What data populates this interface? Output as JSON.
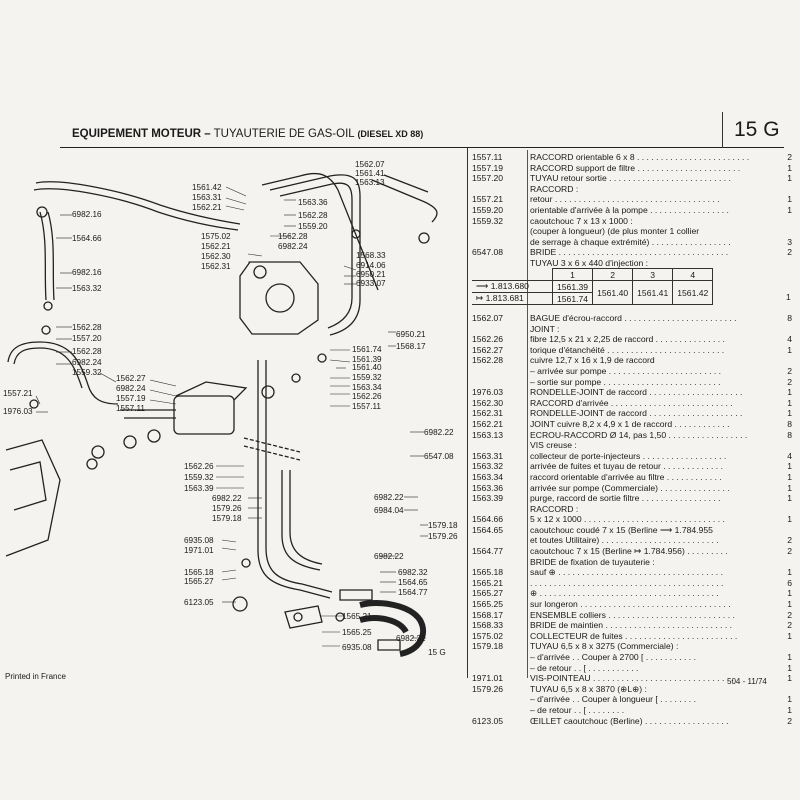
{
  "header": {
    "title_bold": "EQUIPEMENT MOTEUR –",
    "title_main": "TUYAUTERIE DE GAS-OIL",
    "title_sub": "(DIESEL XD 88)",
    "section": "15 G"
  },
  "diagram_labels": [
    "1562.07",
    "1561.41",
    "1563.13",
    "1561.42",
    "1563.31",
    "1562.21",
    "1563.36",
    "1562.28",
    "1559.20",
    "1575.02",
    "1562.21",
    "1562.28",
    "6982.24",
    "1562.30",
    "1562.31",
    "6982.16",
    "1564.66",
    "6982.16",
    "1563.32",
    "1568.33",
    "6914.06",
    "6950.21",
    "6933.07",
    "1562.28",
    "1557.20",
    "1562.28",
    "6982.24",
    "1559.32",
    "1562.27",
    "6982.24",
    "1557.19",
    "1557.11",
    "1557.21",
    "1976.03",
    "6950.21",
    "1568.17",
    "1561.74",
    "1561.39",
    "1561.40",
    "1559.32",
    "1563.34",
    "1562.26",
    "1557.11",
    "6982.22",
    "6547.08",
    "1562.26",
    "1559.32",
    "1563.39",
    "6982.22",
    "1579.26",
    "1579.18",
    "6982.22",
    "6984.04",
    "1579.18",
    "1579.26",
    "6935.08",
    "1971.01",
    "1565.18",
    "1565.27",
    "6123.05",
    "6982.22",
    "6982.32",
    "1564.65",
    "1564.77",
    "1565.21",
    "1565.25",
    "6935.08",
    "6982.32",
    "15 G"
  ],
  "parts": [
    {
      "ref": "1557.11",
      "desc": "RACCORD orientable 6 x 8 . . . . . . . . . . . . . . . . . . . . . . . .",
      "qty": "2"
    },
    {
      "ref": "1557.19",
      "desc": "RACCORD support de filtre . . . . . . . . . . . . . . . . . . . . . .",
      "qty": "1"
    },
    {
      "ref": "1557.20",
      "desc": "TUYAU retour sortie . . . . . . . . . . . . . . . . . . . . . . . . . .",
      "qty": "1"
    },
    {
      "ref": "",
      "desc": "RACCORD :",
      "qty": ""
    },
    {
      "ref": "1557.21",
      "desc": "retour . . . . . . . . . . . . . . . . . . . . . . . . . . . . . . . . . . .",
      "qty": "1"
    },
    {
      "ref": "1559.20",
      "desc": "orientable d'arrivée à la pompe . . . . . . . . . . . . . . . . .",
      "qty": "1"
    },
    {
      "ref": "1559.32",
      "desc": "caoutchouc 7 x 13 x 1000 :",
      "qty": ""
    },
    {
      "ref": "",
      "desc": "(couper à longueur) (de plus monter 1 collier",
      "qty": ""
    },
    {
      "ref": "",
      "desc": "de serrage à chaque extrémité) . . . . . . . . . . . . . . . . .",
      "qty": "3"
    },
    {
      "ref": "6547.08",
      "desc": "BRIDE . . . . . . . . . . . . . . . . . . . . . . . . . . . . . . . . . . . .",
      "qty": "2"
    },
    {
      "ref": "",
      "desc": "TUYAU 3 x 6 x 440 d'injection :",
      "qty": ""
    }
  ],
  "tuyau_table": {
    "cols": [
      "1",
      "2",
      "3",
      "4"
    ],
    "rows": [
      {
        "label": "1.813.680",
        "c1": "1561.39"
      },
      {
        "label": "1.813.681",
        "c1": "1561.74"
      }
    ],
    "merged": [
      "1561.40",
      "1561.41",
      "1561.42"
    ],
    "qty": "1"
  },
  "parts2": [
    {
      "ref": "1562.07",
      "desc": "BAGUE d'écrou-raccord . . . . . . . . . . . . . . . . . . . . . . . .",
      "qty": "8"
    },
    {
      "ref": "",
      "desc": "JOINT :",
      "qty": ""
    },
    {
      "ref": "1562.26",
      "desc": "fibre 12,5 x 21 x 2,25 de raccord . . . . . . . . . . . . . . .",
      "qty": "4"
    },
    {
      "ref": "1562.27",
      "desc": "torique d'étanchéité . . . . . . . . . . . . . . . . . . . . . . . . .",
      "qty": "1"
    },
    {
      "ref": "1562.28",
      "desc": "cuivre 12,7 x 16 x 1,9 de raccord",
      "qty": ""
    },
    {
      "ref": "",
      "desc": "– arrivée sur pompe . . . . . . . . . . . . . . . . . . . . . . . .",
      "qty": "2"
    },
    {
      "ref": "",
      "desc": "– sortie sur pompe . . . . . . . . . . . . . . . . . . . . . . . . .",
      "qty": "2"
    },
    {
      "ref": "1976.03",
      "desc": "RONDELLE-JOINT de raccord . . . . . . . . . . . . . . . . . . . .",
      "qty": "1"
    },
    {
      "ref": "1562.30",
      "desc": "RACCORD d'arrivée . . . . . . . . . . . . . . . . . . . . . . . . . .",
      "qty": "1"
    },
    {
      "ref": "1562.31",
      "desc": "RONDELLE-JOINT de raccord . . . . . . . . . . . . . . . . . . . .",
      "qty": "1"
    },
    {
      "ref": "1562.21",
      "desc": "JOINT cuivre 8,2 x 4,9 x 1 de raccord . . . . . . . . . . . .",
      "qty": "8"
    },
    {
      "ref": "1563.13",
      "desc": "ECROU-RACCORD Ø 14, pas 1,50 . . . . . . . . . . . . . . . . .",
      "qty": "8"
    },
    {
      "ref": "",
      "desc": "VIS creuse :",
      "qty": ""
    },
    {
      "ref": "1563.31",
      "desc": "collecteur de porte-injecteurs . . . . . . . . . . . . . . . . . .",
      "qty": "4"
    },
    {
      "ref": "1563.32",
      "desc": "arrivée de fuites et tuyau de retour . . . . . . . . . . . . .",
      "qty": "1"
    },
    {
      "ref": "1563.34",
      "desc": "raccord orientable d'arrivée au filtre . . . . . . . . . . . .",
      "qty": "1"
    },
    {
      "ref": "1563.36",
      "desc": "arrivée sur pompe (Commerciale) . . . . . . . . . . . . . . .",
      "qty": "1"
    },
    {
      "ref": "1563.39",
      "desc": "purge, raccord de sortie filtre . . . . . . . . . . . . . . . . .",
      "qty": "1"
    },
    {
      "ref": "",
      "desc": "RACCORD :",
      "qty": ""
    },
    {
      "ref": "1564.66",
      "desc": "5 x 12 x 1000 . . . . . . . . . . . . . . . . . . . . . . . . . . . . . .",
      "qty": "1"
    },
    {
      "ref": "1564.65",
      "desc": "caoutchouc coudé 7 x 15 (Berline ⟶ 1.784.955",
      "qty": ""
    },
    {
      "ref": "",
      "desc": "et toutes Utilitaire) . . . . . . . . . . . . . . . . . . . . . . . . .",
      "qty": "2"
    },
    {
      "ref": "1564.77",
      "desc": "caoutchouc 7 x 15 (Berline ↦ 1.784.956) . . . . . . . . .",
      "qty": "2"
    },
    {
      "ref": "",
      "desc": "BRIDE de fixation de tuyauterie :",
      "qty": ""
    },
    {
      "ref": "1565.18",
      "desc": "sauf ⊕ . . . . . . . . . . . . . . . . . . . . . . . . . . . . . . . . . . .",
      "qty": "1"
    },
    {
      "ref": "1565.21",
      "desc": ". . . . . . . . . . . . . . . . . . . . . . . . . . . . . . . . . . . . . . . . .",
      "qty": "6"
    },
    {
      "ref": "1565.27",
      "desc": "⊕ . . . . . . . . . . . . . . . . . . . . . . . . . . . . . . . . . . . . . .",
      "qty": "1"
    },
    {
      "ref": "1565.25",
      "desc": "sur longeron . . . . . . . . . . . . . . . . . . . . . . . . . . . . . . . .",
      "qty": "1"
    },
    {
      "ref": "1568.17",
      "desc": "ENSEMBLE colliers . . . . . . . . . . . . . . . . . . . . . . . . . . .",
      "qty": "2"
    },
    {
      "ref": "1568.33",
      "desc": "BRIDE de maintien . . . . . . . . . . . . . . . . . . . . . . . . . . .",
      "qty": "2"
    },
    {
      "ref": "1575.02",
      "desc": "COLLECTEUR de fuites . . . . . . . . . . . . . . . . . . . . . . . .",
      "qty": "1"
    },
    {
      "ref": "1579.18",
      "desc": "TUYAU 6,5 x 8 x 3275 (Commerciale) :",
      "qty": ""
    },
    {
      "ref": "",
      "desc": "– d'arrivée . .   Couper à 2700  [ . . . . . . . . . . .",
      "qty": "1"
    },
    {
      "ref": "",
      "desc": "– de retour . .                          [ . . . . . . . . . . .",
      "qty": "1"
    },
    {
      "ref": "1971.01",
      "desc": "VIS-POINTEAU . . . . . . . . . . . . . . . . . . . . . . . . . . . . . .",
      "qty": "1"
    },
    {
      "ref": "1579.26",
      "desc": "TUYAU 6,5 x 8 x 3870 (⊕L⊕) :",
      "qty": ""
    },
    {
      "ref": "",
      "desc": "– d'arrivée . .   Couper à longueur  [ . . . . . . . .",
      "qty": "1"
    },
    {
      "ref": "",
      "desc": "– de retour . .                               [ . . . . . . . .",
      "qty": "1"
    },
    {
      "ref": "6123.05",
      "desc": "ŒILLET caoutchouc (Berline) . . . . . . . . . . . . . . . . . .",
      "qty": "2"
    }
  ],
  "footer": {
    "left": "Printed in France",
    "right": "504 - 11/74"
  }
}
